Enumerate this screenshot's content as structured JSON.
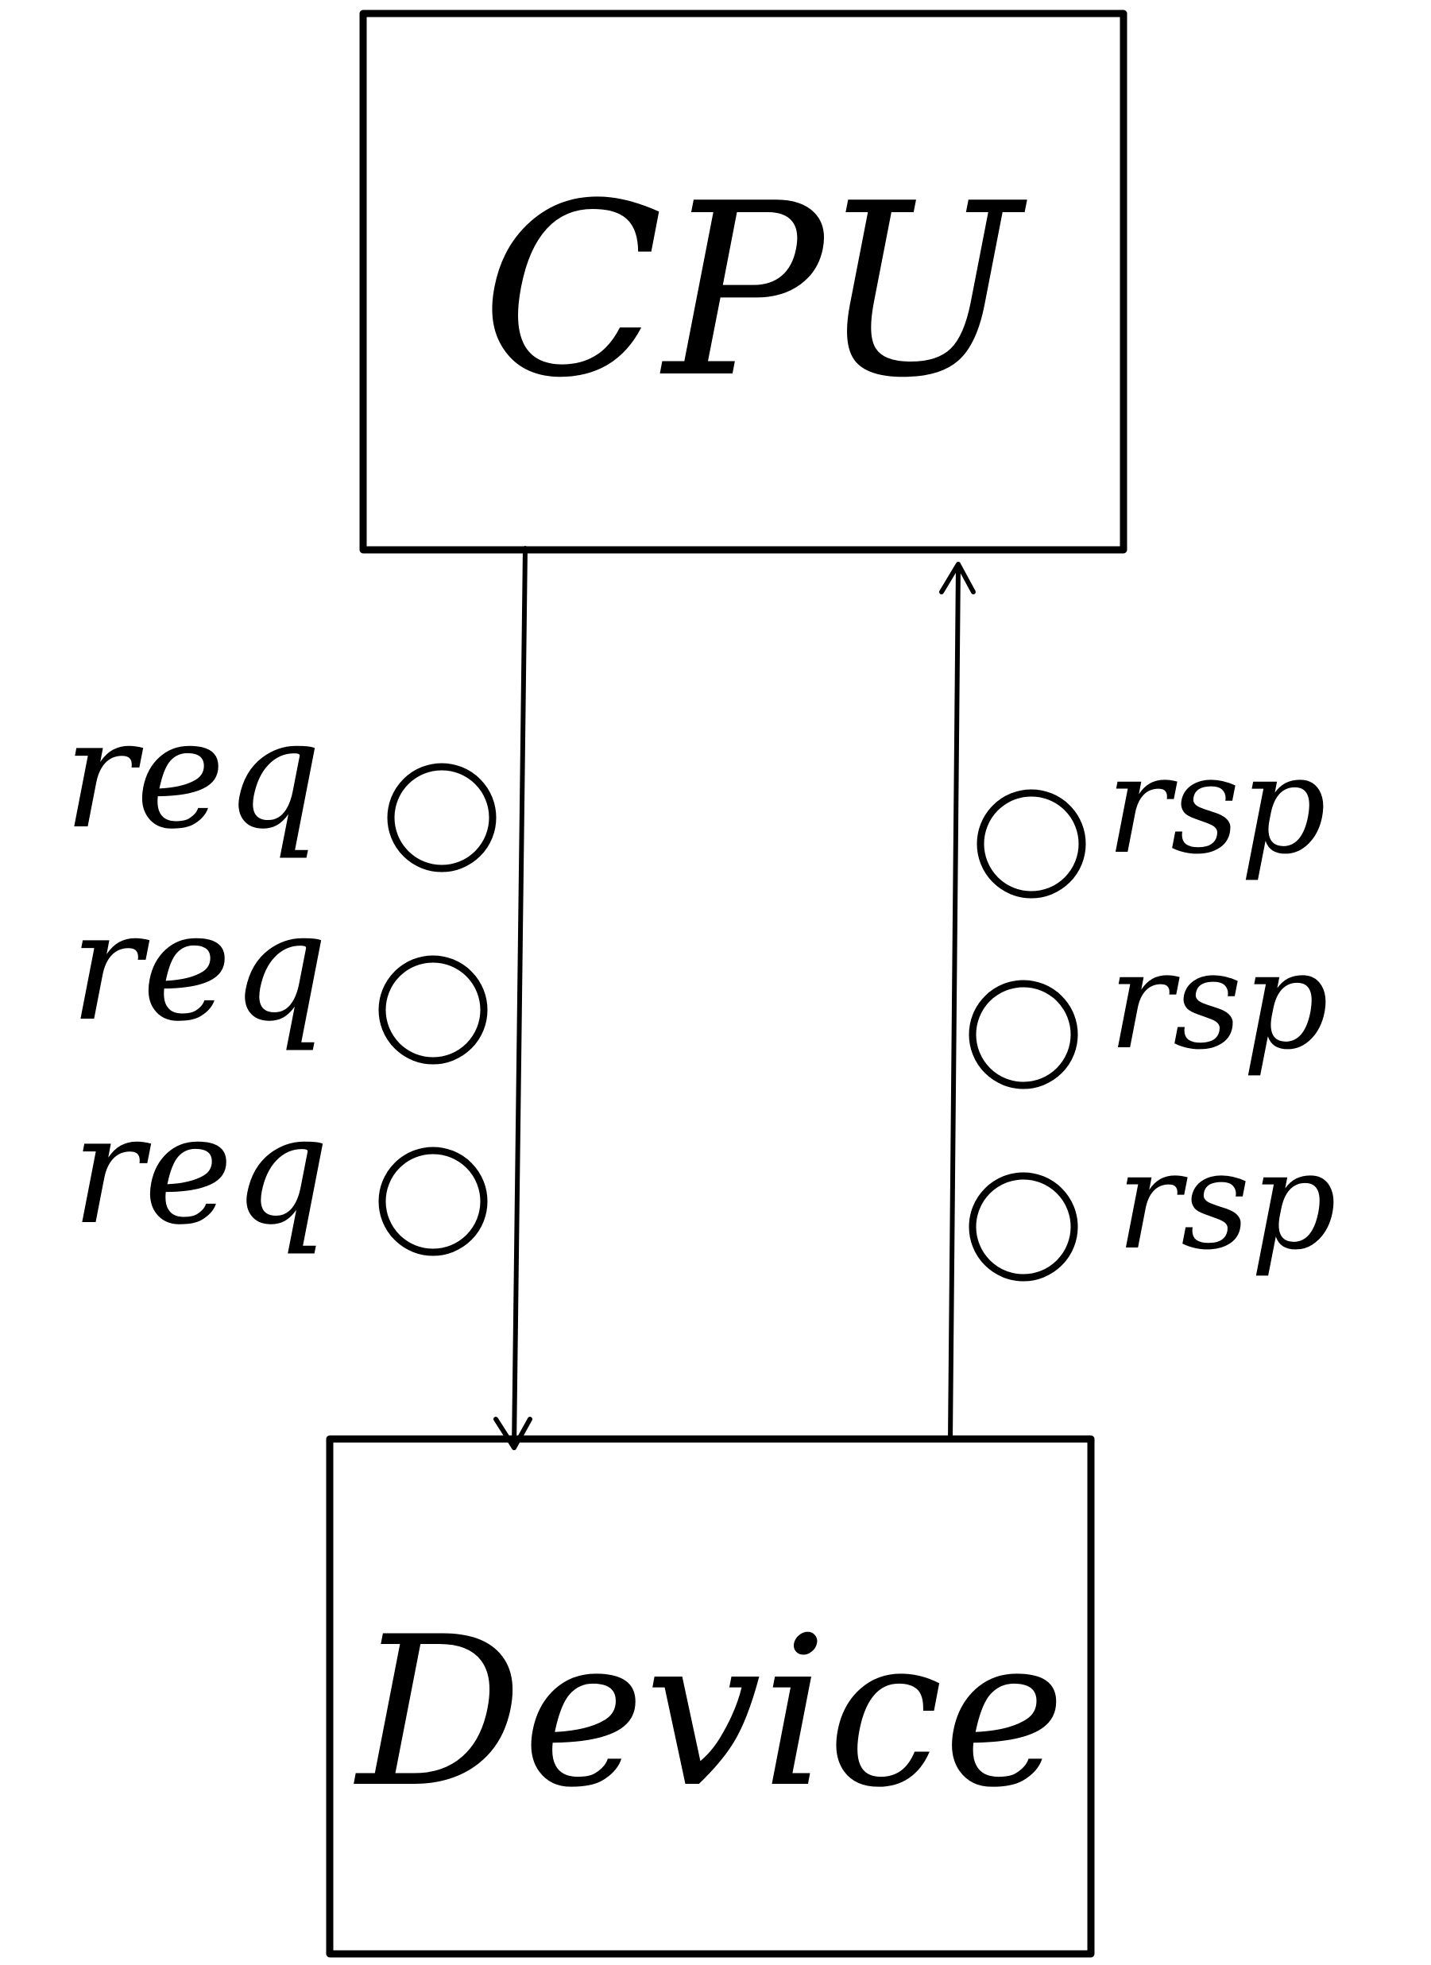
{
  "nodes": {
    "cpu": {
      "label": "CPU"
    },
    "device": {
      "label": "Device"
    }
  },
  "edges": {
    "request": {
      "from": "CPU",
      "to": "Device"
    },
    "response": {
      "from": "Device",
      "to": "CPU"
    }
  },
  "request_tokens": [
    {
      "label": "req"
    },
    {
      "label": "req"
    },
    {
      "label": "req"
    }
  ],
  "response_tokens": [
    {
      "label": "rsp"
    },
    {
      "label": "rsp"
    },
    {
      "label": "rsp"
    }
  ],
  "colors": {
    "ink": "#000000",
    "background": "#ffffff"
  }
}
